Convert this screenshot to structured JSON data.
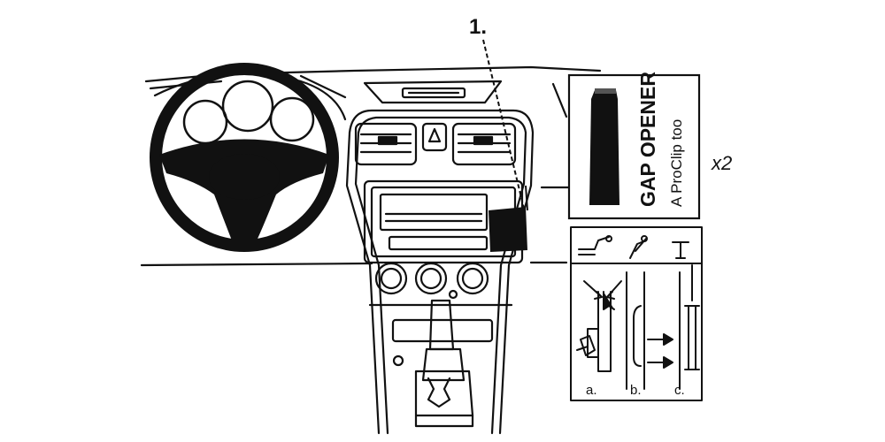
{
  "diagram": {
    "callout_label": "1.",
    "gap_opener": {
      "title": "GAP OPENER",
      "subtitle": "A ProClip too"
    },
    "quantity": "x2",
    "steps": [
      "a.",
      "b.",
      "c."
    ],
    "colors": {
      "ink": "#111111",
      "paper": "#ffffff"
    }
  }
}
